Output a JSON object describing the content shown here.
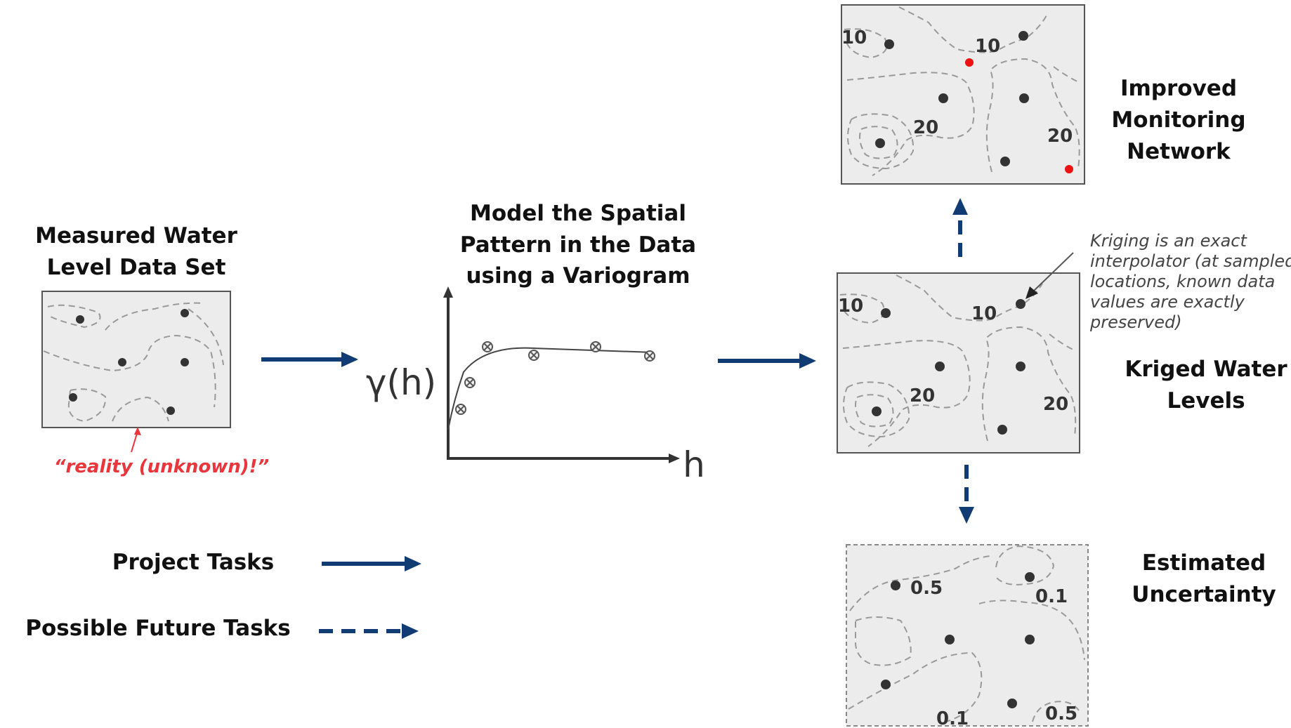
{
  "headings": {
    "measured": [
      "Measured Water",
      "Level Data Set"
    ],
    "variogram": [
      "Model the Spatial",
      "Pattern in the Data",
      "using a Variogram"
    ],
    "improved": [
      "Improved",
      "Monitoring",
      "Network"
    ],
    "kriged": [
      "Kriged Water",
      "Levels"
    ],
    "uncertainty": [
      "Estimated",
      "Uncertainty"
    ]
  },
  "reality_note": "“reality (unknown)!”",
  "kriging_note": [
    "Kriging is an exact",
    "interpolator (at sampled",
    "locations, known data",
    "values are exactly",
    "preserved)"
  ],
  "variogram": {
    "y_label": "γ(h)",
    "x_label": "h"
  },
  "contour_labels": {
    "improved": [
      "10",
      "10",
      "20",
      "20"
    ],
    "kriged": [
      "10",
      "10",
      "20",
      "20"
    ],
    "uncertainty": [
      "0.5",
      "0.1",
      "0.1",
      "0.5"
    ]
  },
  "legend": {
    "project": "Project Tasks",
    "future": "Possible Future Tasks"
  },
  "colors": {
    "arrow": "#103c73",
    "reality_text": "#e8363c",
    "new_well": "#ee1111"
  }
}
